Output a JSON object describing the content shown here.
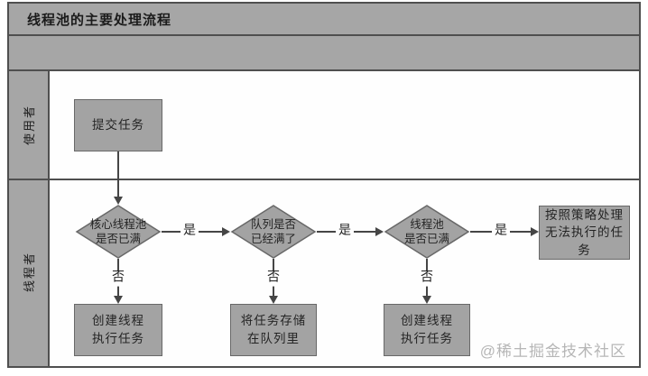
{
  "title": "线程池的主要处理流程",
  "lanes": [
    {
      "label": "使用者"
    },
    {
      "label": "线程者"
    }
  ],
  "flow": {
    "submit_box": "提交任务",
    "decision_core_pool": "核心线程池\n是否已满",
    "decision_queue": "队列是否\n已经满了",
    "decision_pool": "线程池\n是否已满",
    "action_create_thread_1": "创建线程\n执行任务",
    "action_store_queue": "将任务存储\n在队列里",
    "action_create_thread_2": "创建线程\n执行任务",
    "action_policy": "按照策略处理\n无法执行的任务",
    "label_yes": "是",
    "label_no": "否"
  },
  "watermark": "@稀土掘金技术社区",
  "colors": {
    "panel_gray": "#a6a6a6",
    "shape_gray": "#a3a3a3",
    "frame_border": "#4f4f4f",
    "shape_border": "#686868",
    "connector": "#454545",
    "text": "#242424",
    "watermark": "#b6b6b6"
  }
}
